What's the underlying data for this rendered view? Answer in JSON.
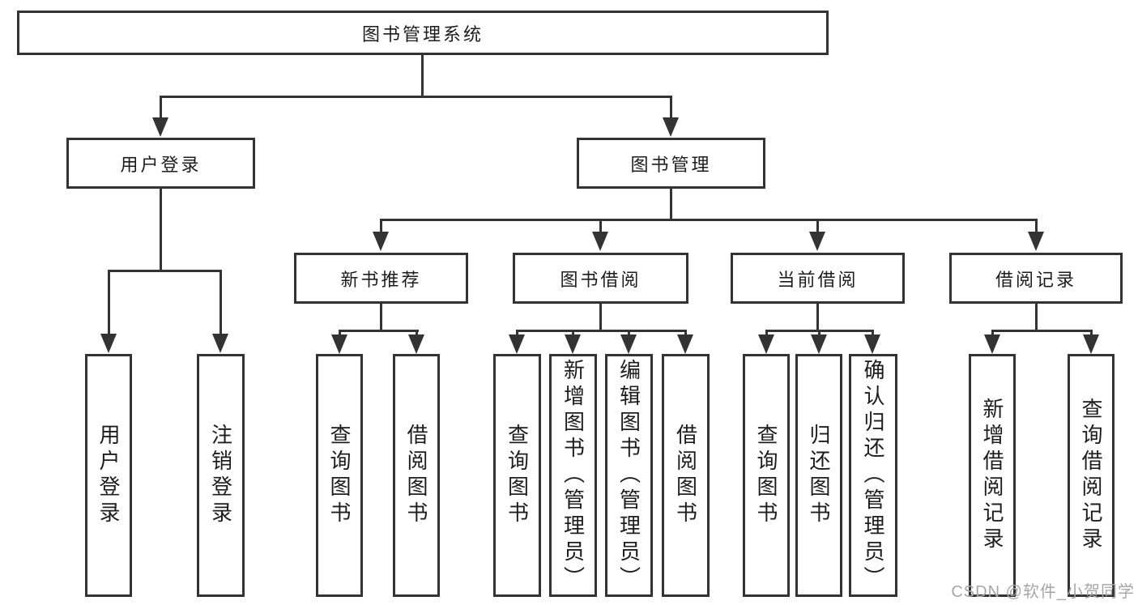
{
  "tree": {
    "root": "图书管理系统",
    "children": [
      {
        "label": "用户登录",
        "children": [
          "用户登录",
          "注销登录"
        ]
      },
      {
        "label": "图书管理",
        "children": [
          {
            "label": "新书推荐",
            "children": [
              "查询图书",
              "借阅图书"
            ]
          },
          {
            "label": "图书借阅",
            "children": [
              "查询图书",
              "新增图书（管理员）",
              "编辑图书（管理员）",
              "借阅图书"
            ]
          },
          {
            "label": "当前借阅",
            "children": [
              "查询图书",
              "归还图书",
              "确认归还（管理员）"
            ]
          },
          {
            "label": "借阅记录",
            "children": [
              "新增借阅记录",
              "查询借阅记录"
            ]
          }
        ]
      }
    ]
  },
  "watermark": {
    "text": "CSDN @软件_小贺同学"
  },
  "colors": {
    "line": "#333333",
    "text": "#1d1d1d",
    "watermark": "#a6a6a6",
    "background": "#ffffff"
  }
}
